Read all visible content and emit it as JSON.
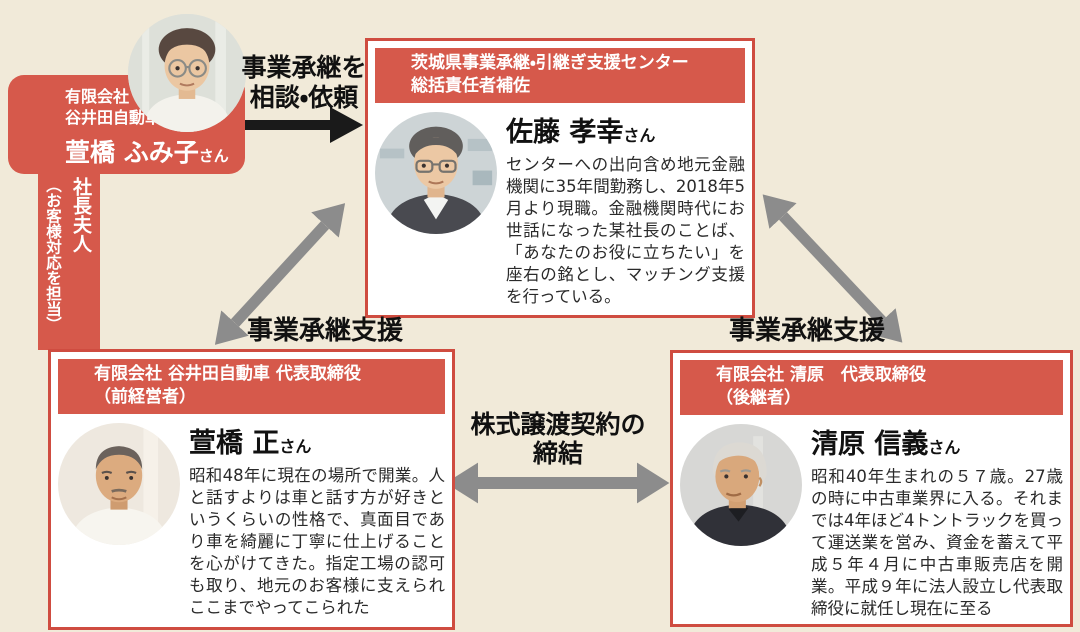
{
  "colors": {
    "background": "#f1ead9",
    "accent_red": "#d6594b",
    "card_border_red": "#cf4c40",
    "arrow_gray": "#8c8c8c",
    "arrow_black": "#1a1a1a"
  },
  "wife_card": {
    "company_line1": "有限会社",
    "company_line2": "谷井田自動車",
    "name": "萱橋 ふみ子",
    "honorific": "さん",
    "role_main": "社長夫人",
    "role_sub": "（お客様対応を担当）",
    "photo": "elderly-woman-with-glasses"
  },
  "consult_arrow_label": {
    "line1": "事業承継を",
    "line2": "相談・依頼"
  },
  "center_card": {
    "header_line1": "茨城県事業承継・引継ぎ支援センター",
    "header_line2": "総括責任者補佐",
    "name": "佐藤 孝幸",
    "honorific": "さん",
    "bio": "センターへの出向含め地元金融機関に35年間勤務し、2018年5月より現職。金融機関時代にお世話になった某社長のことば、「あなたのお役に立ちたい」を座右の銘とし、マッチング支援を行っている。",
    "photo": "middle-aged-man-suit-glasses"
  },
  "support_label_left": "事業承継支援",
  "support_label_right": "事業承継支援",
  "contract_label": {
    "line1": "株式譲渡契約の",
    "line2": "締結"
  },
  "left_card": {
    "header_line1": "有限会社 谷井田自動車 代表取締役",
    "header_line2": "（前経営者）",
    "name": "萱橋 正",
    "honorific": "さん",
    "bio": "昭和48年に現在の場所で開業。人と話すよりは車と話す方が好きというくらいの性格で、真面目であり車を綺麗に丁寧に仕上げることを心がけてきた。指定工場の認可も取り、地元のお客様に支えられここまでやってこられた",
    "photo": "elderly-man-former-owner"
  },
  "right_card": {
    "header_line1": "有限会社 清原　代表取締役",
    "header_line2": "（後継者）",
    "name": "清原 信義",
    "honorific": "さん",
    "bio": "昭和40年生まれの５７歳。27歳の時に中古車業界に入る。それまでは4年ほど4トントラックを買って運送業を営み、資金を蓄えて平成５年４月に中古車販売店を開業。平成９年に法人設立し代表取締役に就任し現在に至る",
    "photo": "gray-haired-man-successor"
  }
}
